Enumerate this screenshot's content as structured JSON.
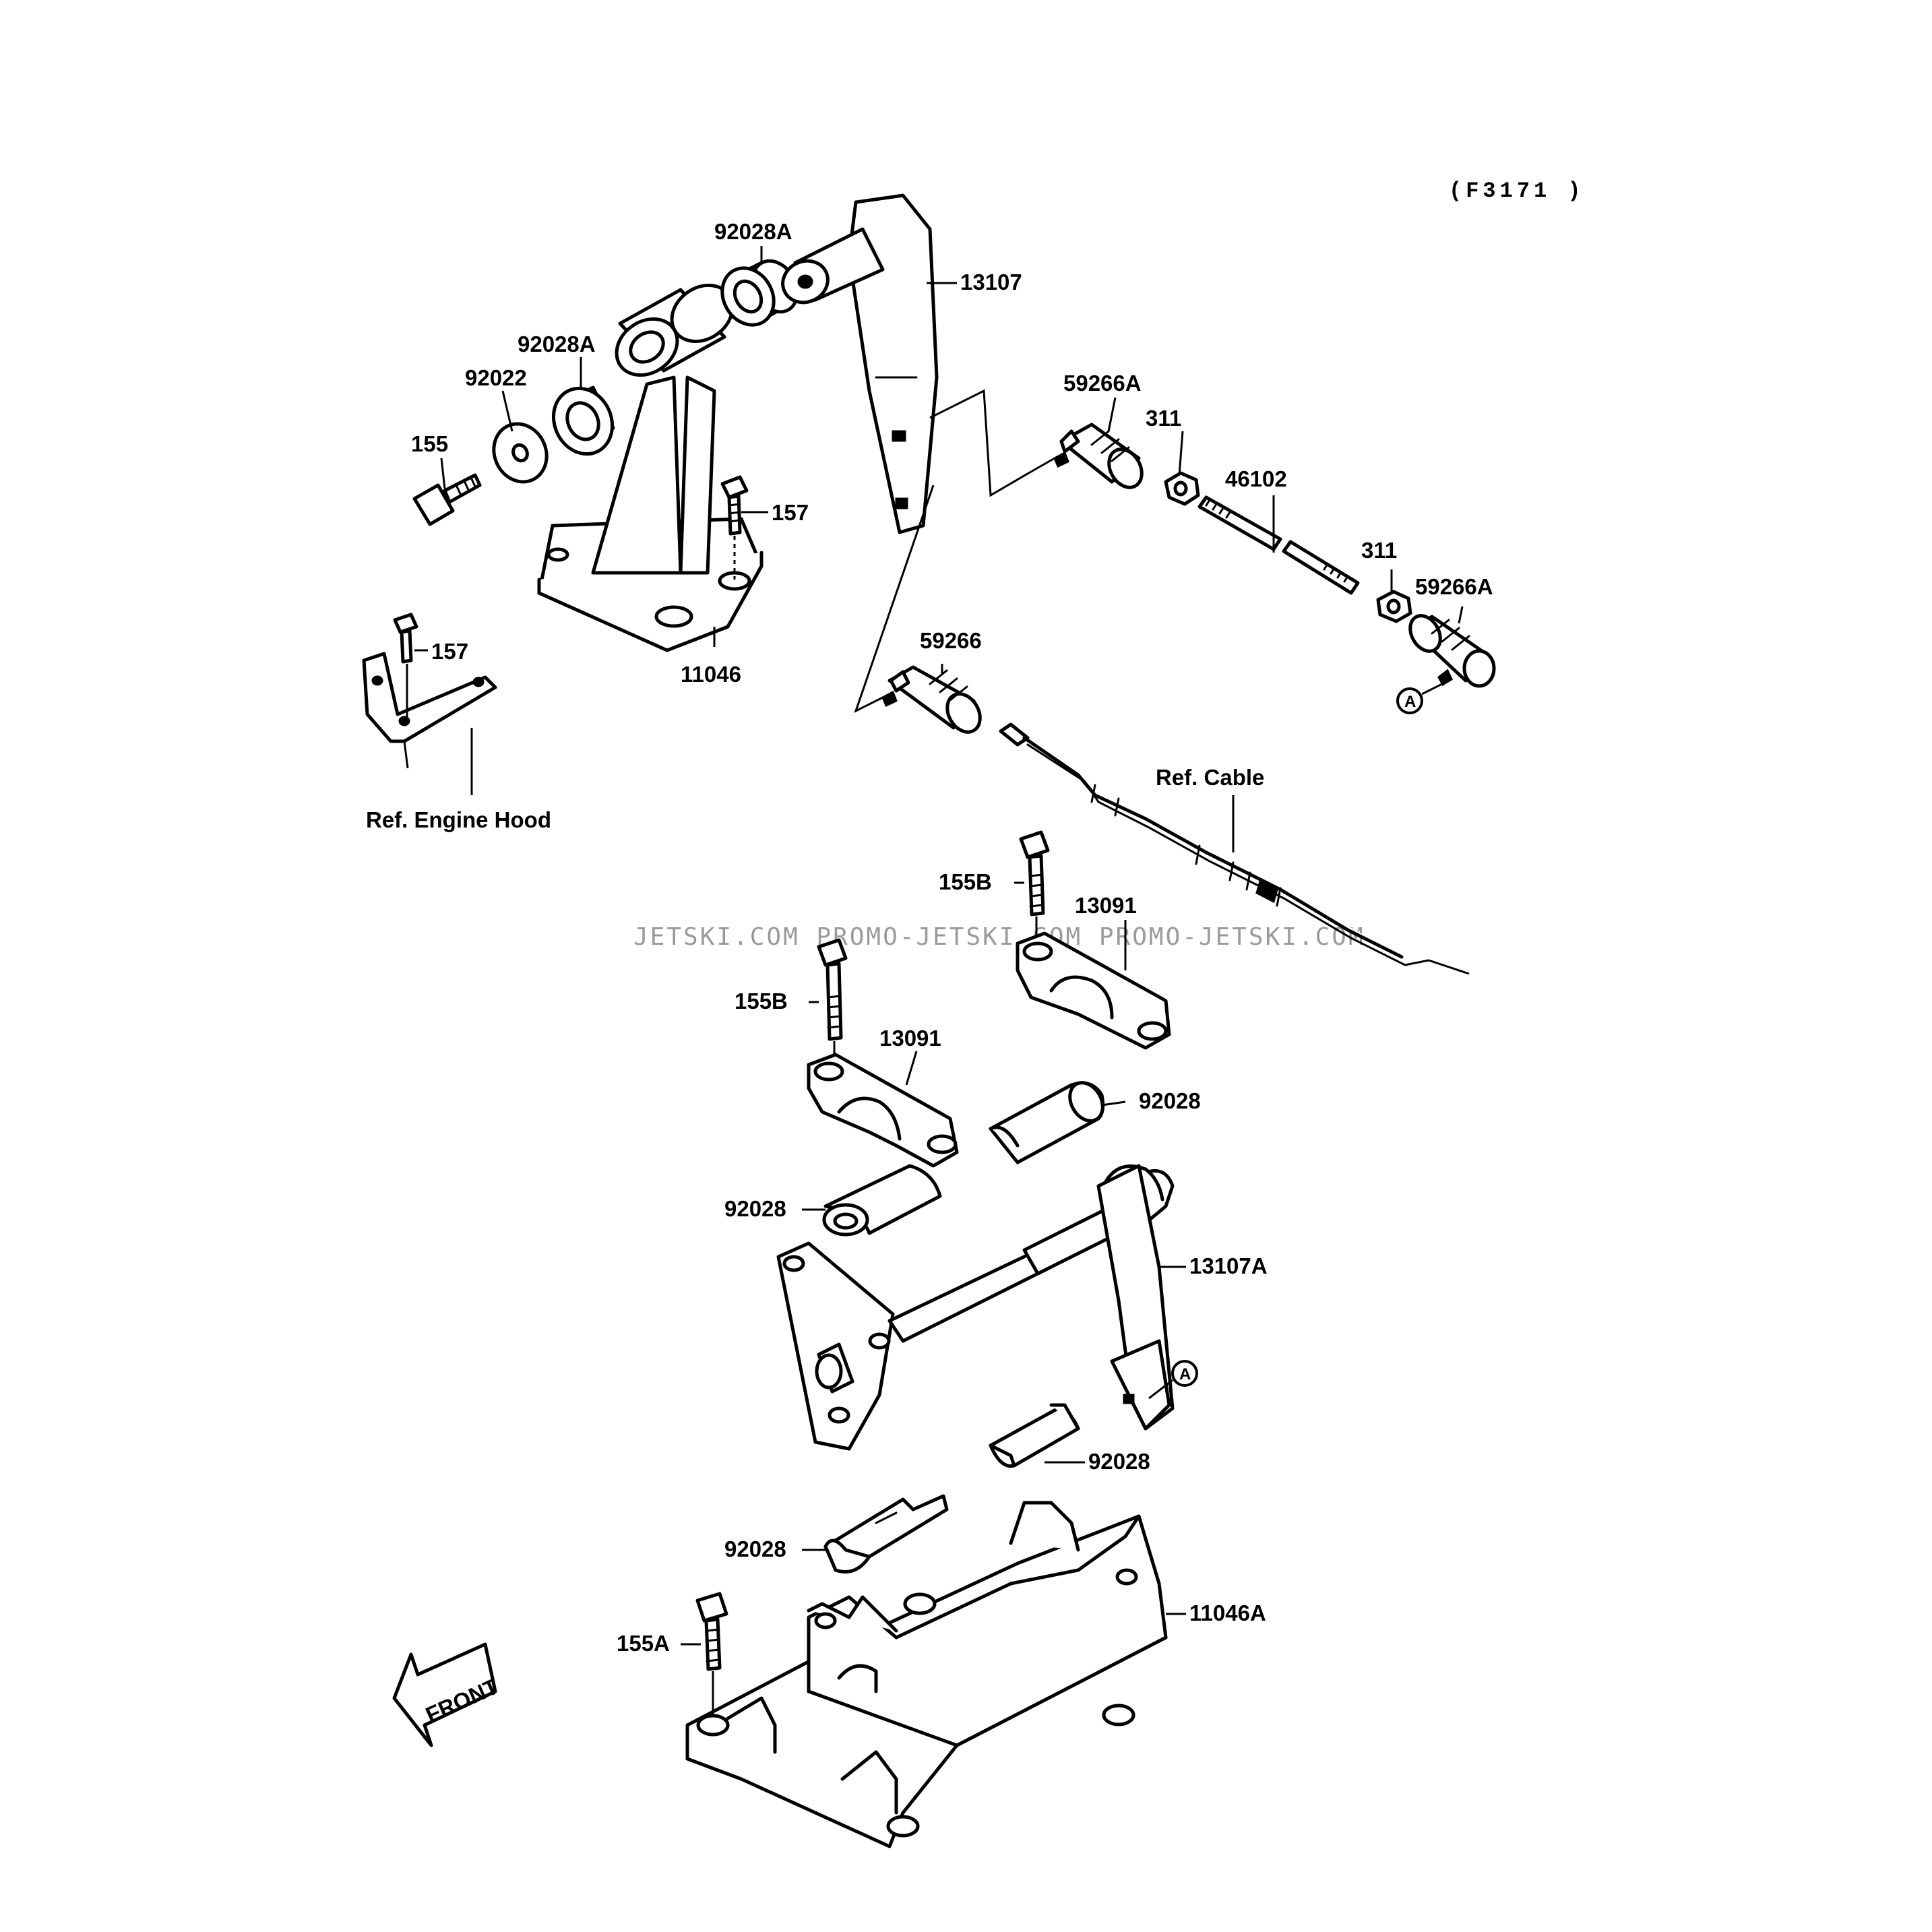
{
  "diagram_code": "(F3171 )",
  "watermark": "JETSKI.COM  PROMO-JETSKI.COM  PROMO-JETSKI.COM",
  "labels": {
    "p92028A_top": "92028A",
    "p13107": "13107",
    "p92028A_mid": "92028A",
    "p92022": "92022",
    "p155": "155",
    "p157_top": "157",
    "p11046": "11046",
    "p157_hood": "157",
    "ref_engine_hood": "Ref. Engine Hood",
    "p59266A_top": "59266A",
    "p311_top": "311",
    "p46102": "46102",
    "p311_right": "311",
    "p59266A_right": "59266A",
    "p59266": "59266",
    "ref_cable": "Ref. Cable",
    "p155B_right": "155B",
    "p13091_right": "13091",
    "p155B_left": "155B",
    "p13091_left": "13091",
    "p92028_a": "92028",
    "p92028_b": "92028",
    "p13107A": "13107A",
    "p92028_c": "92028",
    "p92028_d": "92028",
    "p11046A": "11046A",
    "p155A": "155A",
    "marker_a": "A",
    "front": "FRONT"
  }
}
